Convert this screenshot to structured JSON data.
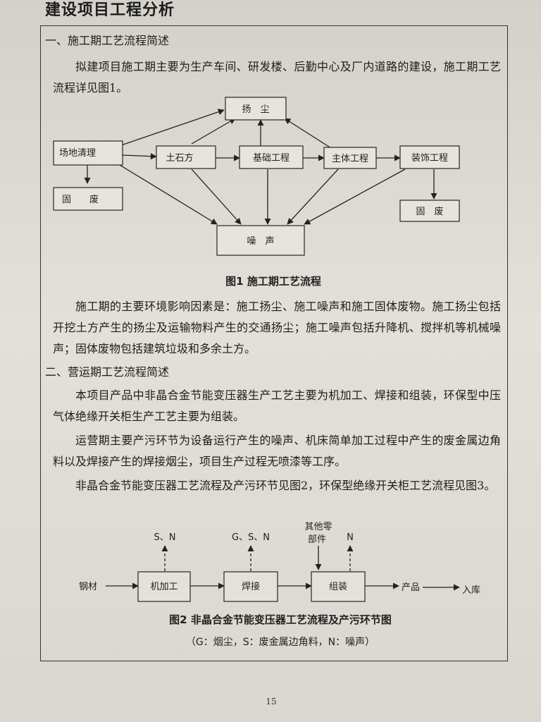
{
  "page": {
    "header": "建设项目工程分析",
    "page_number": "15"
  },
  "section1": {
    "title": "一、施工期工艺流程简述",
    "intro": "拟建项目施工期主要为生产车间、研发楼、后勤中心及厂内道路的建设，施工期工艺流程详见图1。"
  },
  "figure1": {
    "caption": "图1    施工期工艺流程",
    "nodes": {
      "dust": "扬　尘",
      "site_clearing": "场地清理",
      "earthwork": "土石方",
      "foundation": "基础工程",
      "main_structure": "主体工程",
      "decoration": "装饰工程",
      "solid_waste_1": "固　　废",
      "solid_waste_2": "固　废",
      "noise": "噪　声"
    }
  },
  "section1_text": {
    "p1": "施工期的主要环境影响因素是：施工扬尘、施工噪声和施工固体废物。施工扬尘包括开挖土方产生的扬尘及运输物料产生的交通扬尘；施工噪声包括升降机、搅拌机等机械噪声；固体废物包括建筑垃圾和多余土方。"
  },
  "section2": {
    "title": "二、营运期工艺流程简述",
    "p1": "本项目产品中非晶合金节能变压器生产工艺主要为机加工、焊接和组装，环保型中压气体绝缘开关柜生产工艺主要为组装。",
    "p2": "运营期主要产污环节为设备运行产生的噪声、机床简单加工过程中产生的废金属边角料以及焊接产生的焊接烟尘，项目生产过程无喷漆等工序。",
    "p3": "非晶合金节能变压器工艺流程及产污环节见图2，环保型绝缘开关柜工艺流程见图3。"
  },
  "figure2": {
    "caption": "图2    非晶合金节能变压器工艺流程及产污环节图",
    "note": "（G：烟尘，S：废金属边角料，N：噪声）",
    "input": "钢材",
    "machining": "机加工",
    "welding": "焊接",
    "assembly": "组装",
    "product": "产品",
    "storage": "入库",
    "emission_machining": "S、N",
    "emission_welding": "G、S、N",
    "other_parts_1": "其他零",
    "other_parts_2": "部件",
    "emission_assembly": "N"
  }
}
